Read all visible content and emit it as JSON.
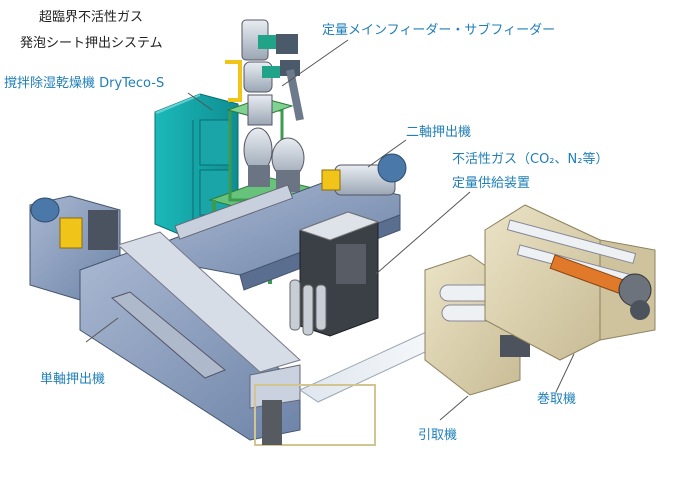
{
  "title": {
    "line1": "超臨界不活性ガス",
    "line2": "発泡シート押出システム"
  },
  "labels": {
    "dehumidifier": "撹拌除湿乾燥機 DryTeco-S",
    "feeders": "定量メインフィーダー・サブフィーダー",
    "twin_screw": "二軸押出機",
    "inert_gas": "不活性ガス（CO₂、N₂等）",
    "gas_supply": "定量供給装置",
    "single_screw": "単軸押出機",
    "haul_off": "引取機",
    "winder": "巻取機"
  },
  "colors": {
    "label_blue": "#1f7fb8",
    "machine_blue": "#7f95b8",
    "frame_green": "#67c27a",
    "cabinet_teal": "#19b3b3",
    "winder_beige": "#d9cfae",
    "accent_yellow": "#f0c419",
    "accent_orange": "#e07a2a"
  }
}
